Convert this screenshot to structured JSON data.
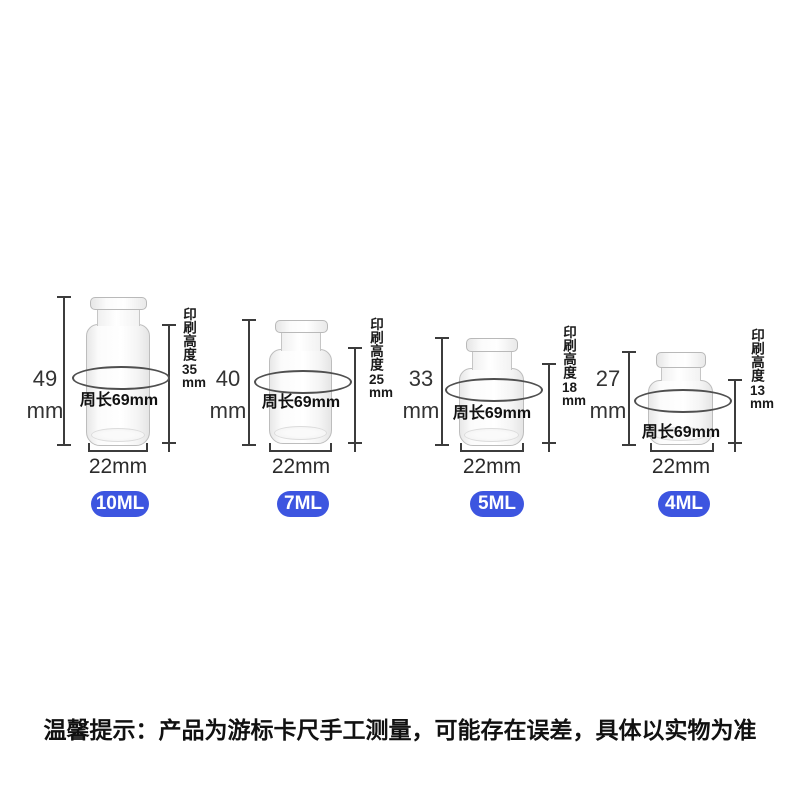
{
  "colors": {
    "badge": "#3d55e0",
    "dimension_line": "#3c3c3c",
    "ring": "#4f4f4f",
    "text": "#1a1a1a"
  },
  "note": "温馨提示：产品为游标卡尺手工测量，可能存在误差，具体以实物为准",
  "vials": [
    {
      "volume": "10ML",
      "total_height": "49",
      "total_height_unit": "mm",
      "print_height_label": "印刷高度",
      "print_height_value": "35",
      "print_height_unit": "mm",
      "circumference_label": "周长69mm",
      "diameter": "22mm"
    },
    {
      "volume": "7ML",
      "total_height": "40",
      "total_height_unit": "mm",
      "print_height_label": "印刷高度",
      "print_height_value": "25",
      "print_height_unit": "mm",
      "circumference_label": "周长69mm",
      "diameter": "22mm"
    },
    {
      "volume": "5ML",
      "total_height": "33",
      "total_height_unit": "mm",
      "print_height_label": "印刷高度",
      "print_height_value": "18",
      "print_height_unit": "mm",
      "circumference_label": "周长69mm",
      "diameter": "22mm"
    },
    {
      "volume": "4ML",
      "total_height": "27",
      "total_height_unit": "mm",
      "print_height_label": "印刷高度",
      "print_height_value": "13",
      "print_height_unit": "mm",
      "circumference_label": "周长69mm",
      "diameter": "22mm"
    }
  ]
}
